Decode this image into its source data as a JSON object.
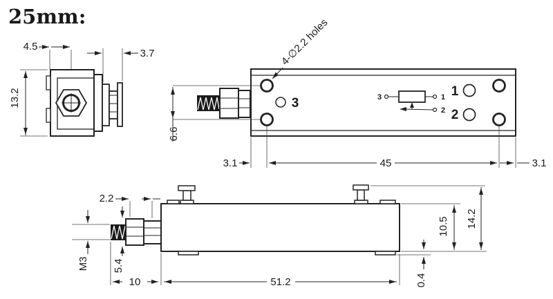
{
  "title": "25mm:",
  "colors": {
    "accent": "#1b4ab5",
    "line": "#222222"
  },
  "end_view": {
    "dim_center_offset": "4.5",
    "dim_shaft_length": "3.7",
    "dim_height": "13.2"
  },
  "top_view": {
    "holes_note": "4-∅2.2 holes",
    "dim_hole_pitch_vertical": "6.6",
    "dim_left_margin": "3.1",
    "dim_hole_pitch_horizontal": "45",
    "dim_right_margin": "3.1",
    "pad_labels": {
      "p1": "1",
      "p2": "2",
      "p3": "3"
    },
    "schematic_labels": {
      "t1": "1",
      "t2": "2",
      "t3": "3"
    }
  },
  "side_view": {
    "dim_nut_spacing": "2.2",
    "thread_spec": "M3",
    "dim_nut_height": "5.4",
    "dim_bushing_length": "10",
    "dim_body_length": "51.2",
    "dim_body_height": "10.5",
    "dim_total_height": "14.2",
    "dim_foot_height": "0.4"
  }
}
